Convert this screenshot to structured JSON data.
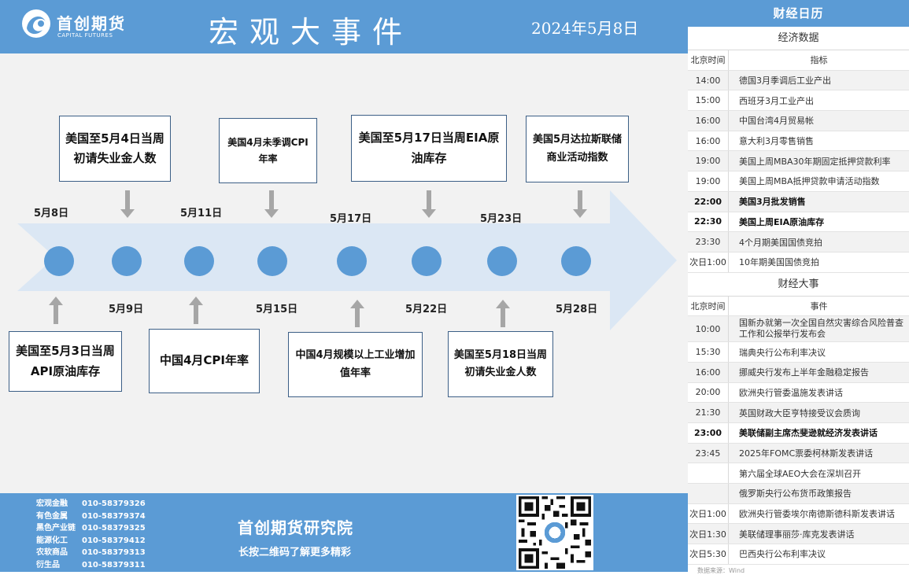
{
  "header": {
    "logo_name": "首创期货",
    "logo_sub": "CAPITAL FUTURES",
    "title": "宏观大事件",
    "date": "2024年5月8日"
  },
  "timeline": {
    "top_dates": [
      "5月8日",
      "5月11日",
      "5月17日",
      "5月23日"
    ],
    "bottom_dates": [
      "5月9日",
      "5月15日",
      "5月22日",
      "5月28日"
    ],
    "top_events": [
      "美国至5月4日当周初请失业金人数",
      "美国4月未季调CPI年率",
      "美国至5月17日当周EIA原油库存",
      "美国5月达拉斯联储商业活动指数"
    ],
    "bottom_events": [
      "美国至5月3日当周API原油库存",
      "中国4月CPI年率",
      "中国4月规模以上工业增加值年率",
      "美国至5月18日当周初请失业金人数"
    ]
  },
  "footer": {
    "contacts": [
      {
        "dept": "宏观金融",
        "phone": "010-58379326"
      },
      {
        "dept": "有色金属",
        "phone": "010-58379374"
      },
      {
        "dept": "黑色产业链",
        "phone": "010-58379325"
      },
      {
        "dept": "能源化工",
        "phone": "010-58379412"
      },
      {
        "dept": "农软商品",
        "phone": "010-58379313"
      },
      {
        "dept": "衍生品",
        "phone": "010-58379311"
      }
    ],
    "institute": "首创期货研究院",
    "qr_hint": "长按二维码了解更多精彩"
  },
  "calendar": {
    "title": "财经日历",
    "econ_title": "经济数据",
    "econ_head": {
      "time": "北京时间",
      "value": "指标"
    },
    "econ_rows": [
      {
        "time": "14:00",
        "value": "德国3月季调后工业产出"
      },
      {
        "time": "15:00",
        "value": "西班牙3月工业产出"
      },
      {
        "time": "16:00",
        "value": "中国台湾4月贸易帐"
      },
      {
        "time": "16:00",
        "value": "意大利3月零售销售"
      },
      {
        "time": "19:00",
        "value": "美国上周MBA30年期固定抵押贷款利率"
      },
      {
        "time": "19:00",
        "value": "美国上周MBA抵押贷款申请活动指数"
      },
      {
        "time": "22:00",
        "value": "美国3月批发销售"
      },
      {
        "time": "22:30",
        "value": "美国上周EIA原油库存"
      },
      {
        "time": "23:30",
        "value": "4个月期美国国债竞拍"
      },
      {
        "time": "次日1:00",
        "value": "10年期美国国债竞拍"
      }
    ],
    "events_title": "财经大事",
    "events_head": {
      "time": "北京时间",
      "value": "事件"
    },
    "event_rows": [
      {
        "time": "10:00",
        "value": "国新办就第一次全国自然灾害综合风险普查工作和公报举行发布会"
      },
      {
        "time": "15:30",
        "value": "瑞典央行公布利率决议"
      },
      {
        "time": "16:00",
        "value": "挪威央行发布上半年金融稳定报告"
      },
      {
        "time": "20:00",
        "value": "欧洲央行管委温施发表讲话"
      },
      {
        "time": "21:30",
        "value": "英国财政大臣亨特接受议会质询"
      },
      {
        "time": "23:00",
        "value": "美联储副主席杰斐逊就经济发表讲话"
      },
      {
        "time": "23:45",
        "value": "2025年FOMC票委柯林斯发表讲话"
      },
      {
        "time": "",
        "value": "第六届全球AEO大会在深圳召开"
      },
      {
        "time": "",
        "value": "俄罗斯央行公布货币政策报告"
      },
      {
        "time": "次日1:00",
        "value": "欧洲央行管委埃尔南德斯德科斯发表讲话"
      },
      {
        "time": "次日1:30",
        "value": "美联储理事丽莎·库克发表讲话"
      },
      {
        "time": "次日5:30",
        "value": "巴西央行公布利率决议"
      }
    ],
    "source": "数据来源：Wind"
  },
  "colors": {
    "brand": "#5b9bd5",
    "arrow": "#dbe7f4",
    "dot": "#5b9bd5"
  }
}
